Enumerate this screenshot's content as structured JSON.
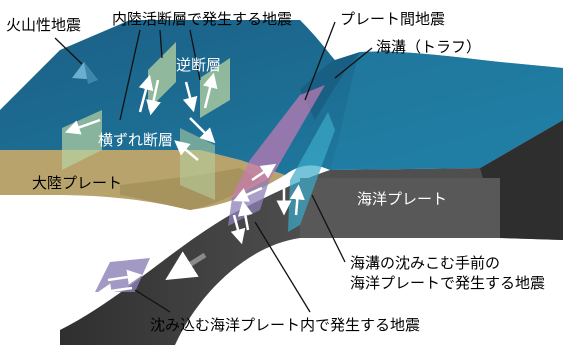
{
  "labels": {
    "volcano": "火山性地震",
    "inland_active_fault": "内陸活断層で発生する地震",
    "interplate": "プレート間地震",
    "trench": "海溝（トラフ）",
    "reverse_fault": "逆断層",
    "strike_slip_fault": "横ずれ断層",
    "continental_plate": "大陸プレート",
    "oceanic_plate": "海洋プレート",
    "outer_rise_line1": "海溝の沈みこむ手前の",
    "outer_rise_line2": "海洋プレートで発生する地震",
    "intraslab": "沈み込む海洋プレート内で発生する地震"
  },
  "colors": {
    "ocean_surface": "#1d6f95",
    "land_crust": "#b9a36c",
    "plate_side": "#5a5a5a",
    "plate_dark": "#3a3a3a",
    "fault_plane": "#b7d3a2",
    "interplate_plane": "#b06aa8",
    "outer_rise_plane": "#3aa9c9",
    "slab_plane": "#8c7fb7",
    "arrow": "#ffffff",
    "volcano": "#6aaed0",
    "label_text": "#000000"
  }
}
